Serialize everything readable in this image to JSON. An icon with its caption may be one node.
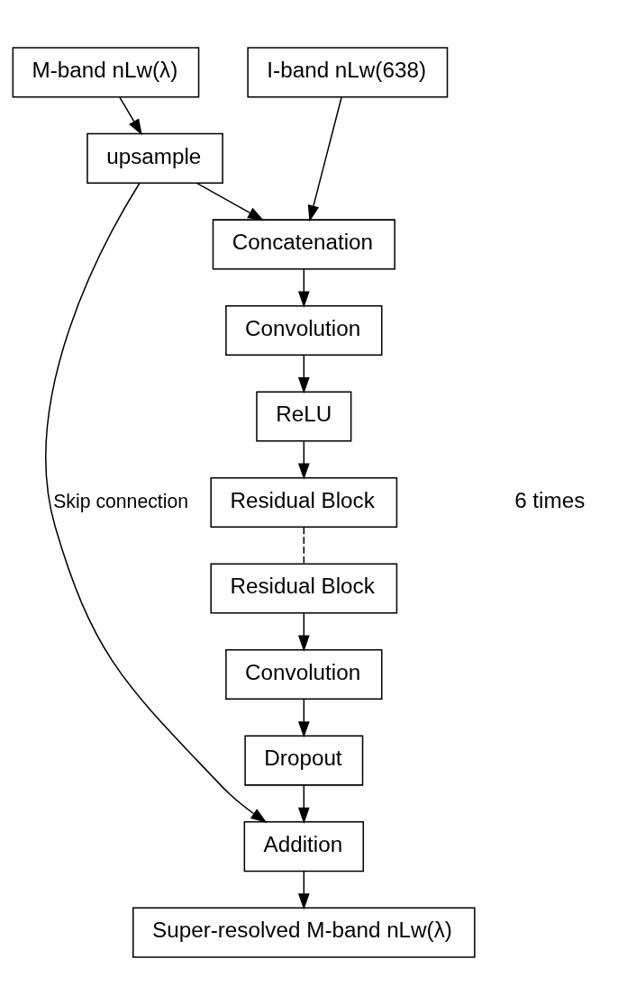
{
  "diagram": {
    "nodes": [
      {
        "text": [
          "M-band nLw(λ)"
        ]
      },
      {
        "text": [
          "upsample"
        ]
      },
      {
        "text": [
          "I-band nLw(638)"
        ]
      },
      {
        "text": [
          "Concatenation"
        ]
      },
      {
        "text": [
          "Convolution"
        ]
      },
      {
        "text": [
          "ReLU"
        ]
      },
      {
        "text": [
          "Residual Block"
        ]
      },
      {
        "text": [
          "Residual Block"
        ]
      },
      {
        "text": [
          "Convolution"
        ]
      },
      {
        "text": [
          "Dropout"
        ]
      },
      {
        "text": [
          "Addition"
        ]
      },
      {
        "text": [
          "Super-resolved M-band nLw(λ)"
        ]
      }
    ],
    "edges": [
      {
        "from": 0,
        "to": 1,
        "arrow": "to"
      },
      {
        "from": 1,
        "to": 3,
        "arrow": "to"
      },
      {
        "from": 2,
        "to": 3,
        "arrow": "to"
      },
      {
        "from": 3,
        "to": 4,
        "arrow": "to"
      },
      {
        "from": 4,
        "to": 5,
        "arrow": "to"
      },
      {
        "from": 5,
        "to": 6,
        "arrow": "to"
      },
      {
        "from": 6,
        "to": 7,
        "arrow": "none",
        "style": "dashed"
      },
      {
        "from": 7,
        "to": 8,
        "arrow": "to"
      },
      {
        "from": 8,
        "to": 9,
        "arrow": "to"
      },
      {
        "from": 9,
        "to": 10,
        "arrow": "to"
      },
      {
        "from": 1,
        "to": 10,
        "arrow": "to",
        "label": "Skip connection"
      },
      {
        "from": 10,
        "to": 11,
        "arrow": "to"
      }
    ],
    "labels": [
      "6 times"
    ]
  }
}
